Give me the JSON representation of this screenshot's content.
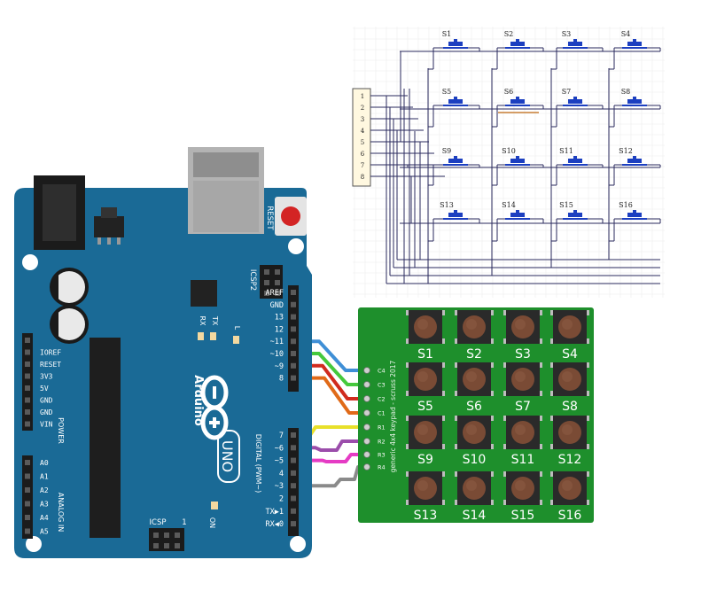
{
  "schematic": {
    "switch_labels": [
      "S1",
      "S2",
      "S3",
      "S4",
      "S5",
      "S6",
      "S7",
      "S8",
      "S9",
      "S10",
      "S11",
      "S12",
      "S13",
      "S14",
      "S15",
      "S16"
    ],
    "connector_pins": [
      "1",
      "2",
      "3",
      "4",
      "5",
      "6",
      "7",
      "8"
    ]
  },
  "keypad": {
    "key_labels": [
      "S1",
      "S2",
      "S3",
      "S4",
      "S5",
      "S6",
      "S7",
      "S8",
      "S9",
      "S10",
      "S11",
      "S12",
      "S13",
      "S14",
      "S15",
      "S16"
    ],
    "pin_labels": [
      "C4",
      "C3",
      "C2",
      "C1",
      "R1",
      "R2",
      "R3",
      "R4"
    ],
    "silkscreen": "generic 4x4 keypad - scruss 2017"
  },
  "arduino": {
    "reset_label": "RESET",
    "icsp2_label": "ICSP2",
    "icsp_label": "ICSP",
    "rx_label": "RX",
    "tx_label": "TX",
    "l_label": "L",
    "on_label": "ON",
    "brand": "Arduino",
    "model": "UNO",
    "digital_label": "DIGITAL (PWM~)",
    "power_label": "POWER",
    "analog_label": "ANALOG IN",
    "icsp_pin1": "1",
    "digital_pins": [
      "AREF",
      "GND",
      "13",
      "12",
      "~11",
      "~10",
      "~9",
      "8",
      "7",
      "~6",
      "~5",
      "4",
      "~3",
      "2",
      "TX▶1",
      "RX◀0"
    ],
    "power_pins": [
      "IOREF",
      "RESET",
      "3V3",
      "5V",
      "GND",
      "GND",
      "VIN"
    ],
    "analog_pins": [
      "A0",
      "A1",
      "A2",
      "A3",
      "A4",
      "A5"
    ]
  },
  "colors": {
    "board": "#1a6a96",
    "keypad_pcb": "#1e8f2c",
    "wires": [
      "#3f8fd6",
      "#45c93c",
      "#d02b1e",
      "#e06a18",
      "#e8e02a",
      "#9b4dab",
      "#e53bc4",
      "#8a8a8a"
    ]
  }
}
